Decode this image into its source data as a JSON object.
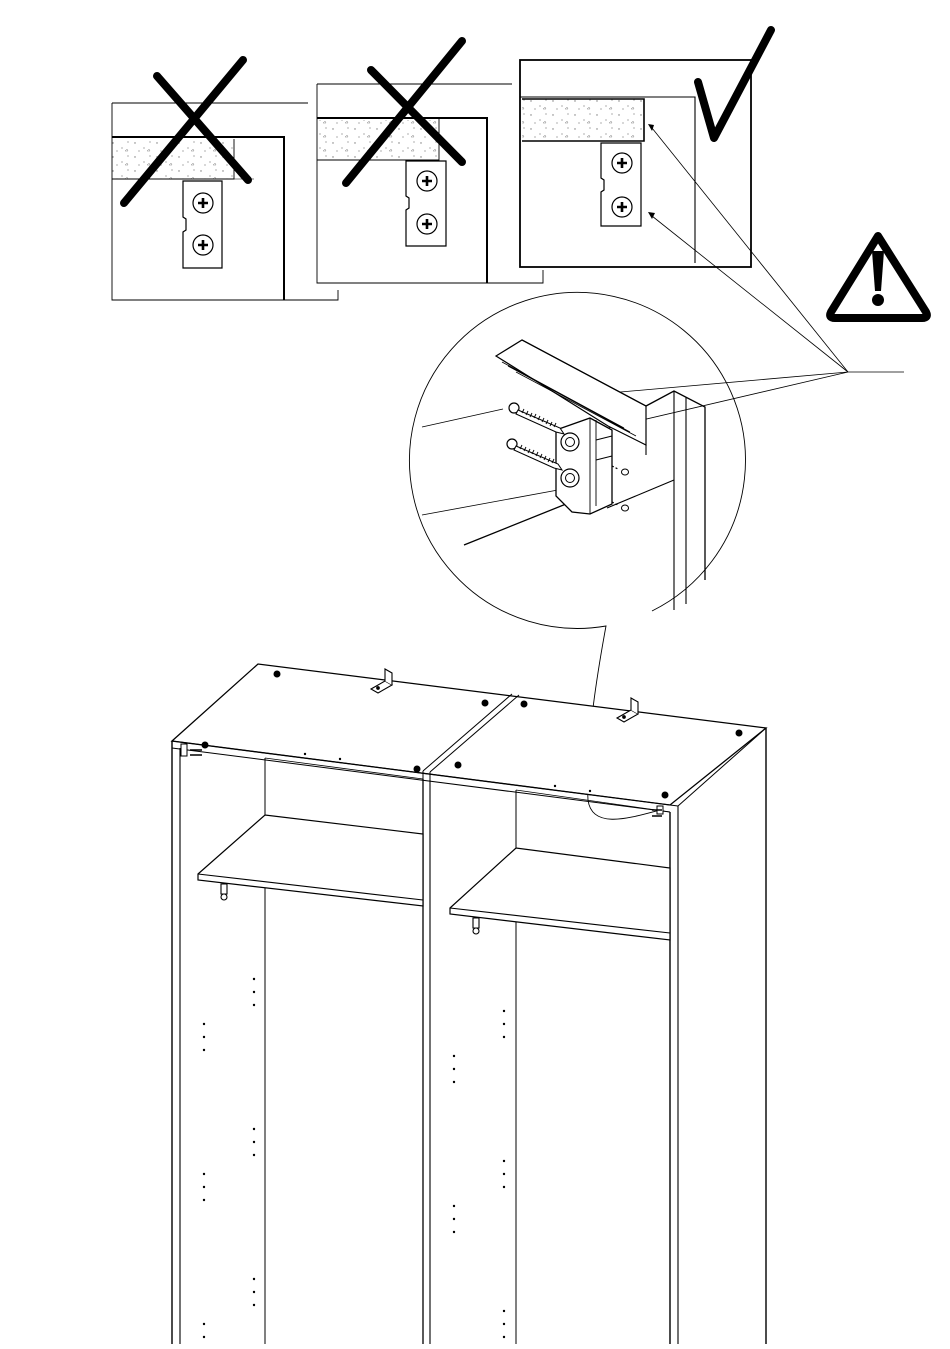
{
  "document": {
    "kind": "assembly-instruction-sheet",
    "text_labels": []
  },
  "panels": [
    {
      "id": "wrong-1",
      "verdict": "incorrect",
      "mark": "cross-mark-icon"
    },
    {
      "id": "wrong-2",
      "verdict": "incorrect",
      "mark": "cross-mark-icon"
    },
    {
      "id": "correct",
      "verdict": "correct",
      "mark": "check-mark-icon"
    }
  ],
  "icons": {
    "warning": "warning-triangle-icon",
    "screw": "screw-icon",
    "cam-bracket": "cam-bracket-icon"
  },
  "colors": {
    "ink": "#000000",
    "paper": "#ffffff",
    "speckle": "#777777"
  }
}
